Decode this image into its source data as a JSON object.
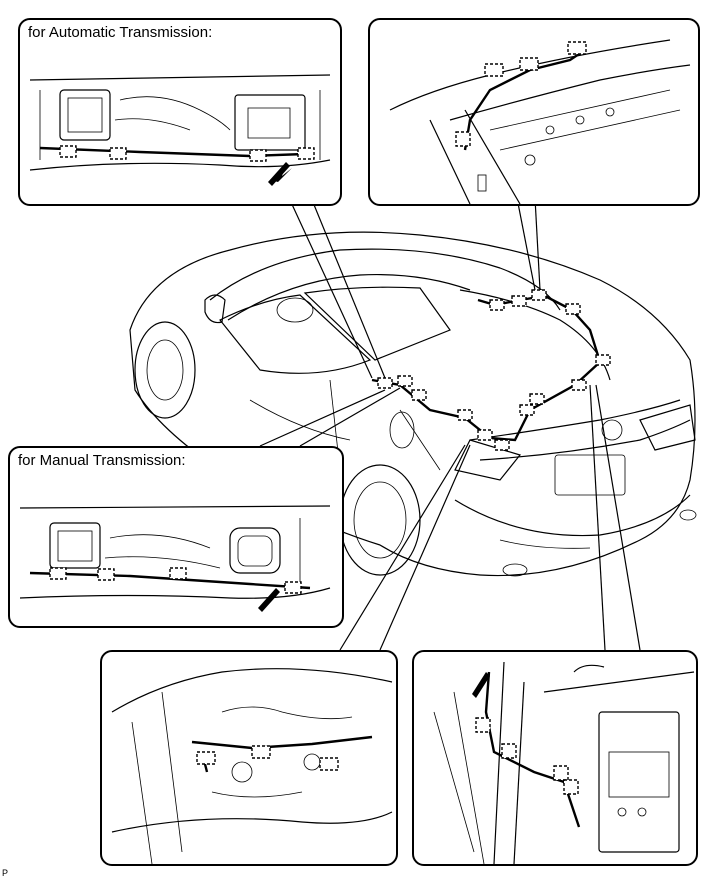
{
  "labels": {
    "automatic": "for Automatic Transmission:",
    "manual": "for Manual Transmission:",
    "corner_mark": "P"
  }
}
